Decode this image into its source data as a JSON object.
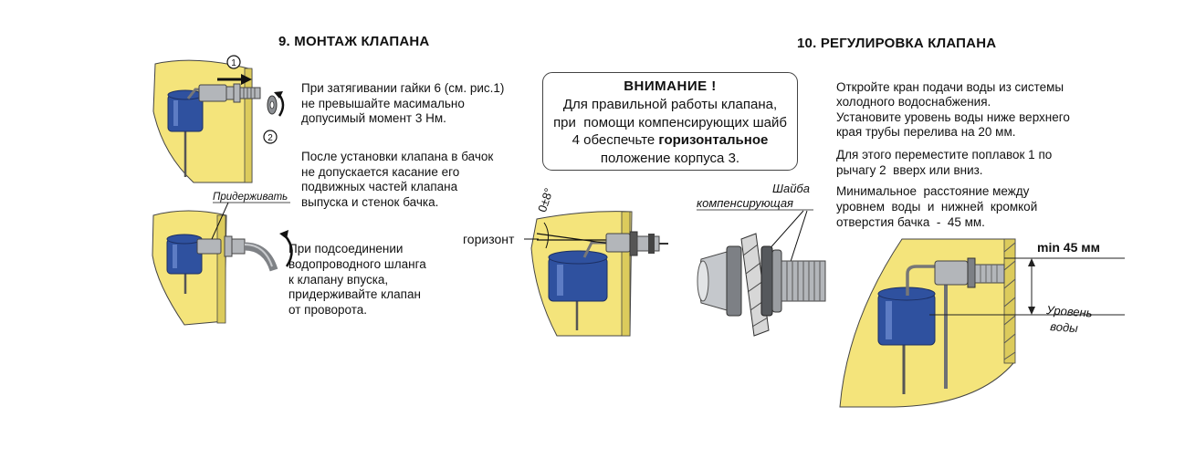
{
  "section9": {
    "title": "9. МОНТАЖ КЛАПАНА",
    "tightening_note": [
      "При затягивании гайки 6 (см. рис.1)",
      "не превышайте масимально",
      "допусимый момент 3 Нм."
    ],
    "clearance_note": [
      "После установки клапана в бачок",
      "не допускается касание его",
      "подвижных частей клапана",
      "выпуска и стенок бачка."
    ],
    "hose_note": [
      "При подсоединении",
      "водопроводного шланга",
      "к клапану впуска,",
      "придерживайте клапан",
      "от проворота."
    ],
    "step_markers": [
      "1",
      "2"
    ],
    "hold_label": "Придерживать"
  },
  "warning": {
    "title": "ВНИМАНИЕ !",
    "lines": [
      "Для правильной работы клапана,",
      "при  помощи компенсирующих шайб"
    ],
    "line3_prefix": "4 обеспечьте ",
    "line3_bold": "горизонтальное",
    "line4": "положение корпуса 3."
  },
  "horizon_figure": {
    "horizon_label": "горизонт",
    "angle_label": "0±8°"
  },
  "washer_figure": {
    "label_line1": "Шайба",
    "label_line2": "компенсирующая"
  },
  "section10": {
    "title": "10. РЕГУЛИРОВКА КЛАПАНА",
    "open_tap_note": [
      "Откройте кран подачи воды из системы",
      "холодного водоснабжения."
    ],
    "level_note": [
      "Установите уровень воды ниже верхнего",
      "края трубы перелива на 20 мм."
    ],
    "float_note": [
      "Для этого переместите поплавок 1 по",
      "рычагу 2  вверх или вниз."
    ],
    "distance_note": [
      "Минимальное  расстояние между",
      "уровнем  воды  и  нижней  кромкой",
      "отверстия бачка  -  45 мм."
    ],
    "min_label": "min 45 мм",
    "level_label_line1": "Уровень",
    "level_label_line2": "воды"
  },
  "colors": {
    "tank": "#f4e47b",
    "tank_wall": "#dccb5c",
    "float": "#2f519f",
    "metal": "#b3b6ba",
    "outline": "#3a3a3a"
  }
}
